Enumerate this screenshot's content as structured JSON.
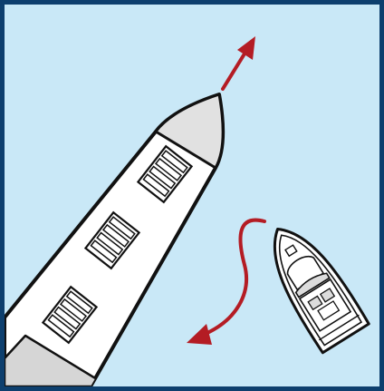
{
  "scene": {
    "type": "nautical-diagram",
    "colors": {
      "water": "#c9e8f7",
      "border": "#0d3f6e",
      "ship_hull": "#ffffff",
      "ship_bow": "#e1e1e1",
      "ship_stern": "#d6d6d6",
      "outline": "#111111",
      "arrow": "#b41c24",
      "boat_hull": "#ffffff",
      "boat_detail": "#dcdcdc"
    },
    "elements": {
      "large_ship": {
        "icon": "cargo-ship-icon",
        "hatch_count": 3,
        "hatch_slats_per_hatch": 4
      },
      "small_boat": {
        "icon": "motor-boat-icon"
      },
      "ship_heading_arrow": {
        "icon": "straight-arrow-icon"
      },
      "boat_path_arrow": {
        "icon": "curved-path-arrow-icon"
      }
    }
  }
}
